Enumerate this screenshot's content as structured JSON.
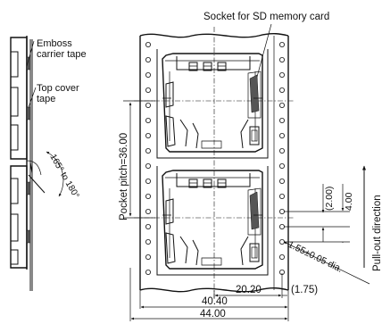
{
  "labels": {
    "socket": "Socket for SD memory card",
    "emboss": "Emboss carrier tape",
    "emboss_line1": "Emboss",
    "emboss_line2": "carrier tape",
    "top_cover_line1": "Top cover",
    "top_cover_line2": "tape",
    "angle": "165° to 180°",
    "pocket_pitch": "Pocket pitch=36.00",
    "pull_out": "Pull-out direction"
  },
  "dimensions": {
    "d200": "(2.00)",
    "d400": "4.00",
    "hole_dia": "1.55±0.05 dia.",
    "d2020": "20.20",
    "d175": "(1.75)",
    "d4040": "40.40",
    "d4400": "44.00"
  }
}
